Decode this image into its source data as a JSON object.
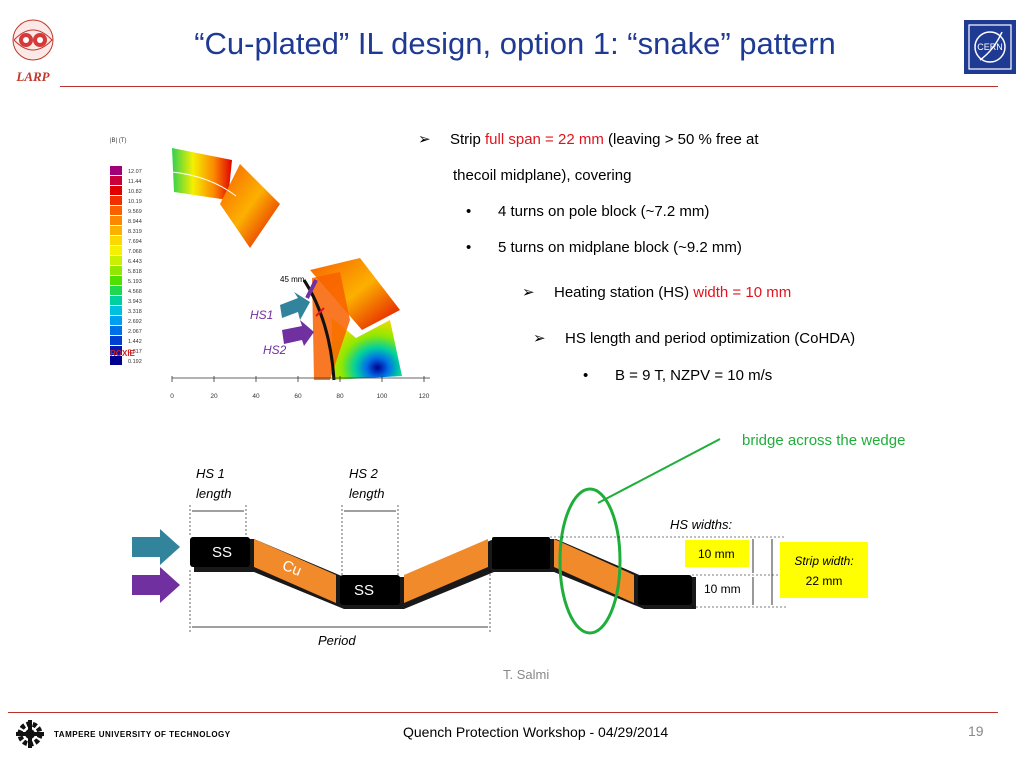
{
  "slide": {
    "title": "“Cu-plated” IL design, option 1:  “snake” pattern",
    "larp_logo": "LARP",
    "cern_logo": "CERN",
    "bullets": {
      "b1_pre": "Strip ",
      "b1_red": "full span = 22 mm",
      "b1_post": " (leaving > 50 % free at",
      "b1_line2": "thecoil midplane), covering",
      "b1a": "4 turns on pole block (~7.2 mm)",
      "b1b": "5 turns on midplane block (~9.2 mm)",
      "b2_pre": "Heating station (HS) ",
      "b2_red": "width = 10 mm",
      "b3": "HS length and period optimization (CoHDA)",
      "b3a": "B = 9 T, NZPV = 10 m/s"
    },
    "field_map": {
      "legend_header": "|B| (T)",
      "legend_values": [
        "12.07",
        "11.44",
        "10.82",
        "10.19",
        "9.569",
        "8.944",
        "8.319",
        "7.694",
        "7.068",
        "6.443",
        "5.818",
        "5.193",
        "4.568",
        "3.943",
        "3.318",
        "2.692",
        "2.067",
        "1.442",
        "0.817",
        "0.192"
      ],
      "legend_colors": [
        "#a0007a",
        "#c8003c",
        "#e00000",
        "#f03000",
        "#f86000",
        "#fc8800",
        "#fcb000",
        "#fcd800",
        "#f4f000",
        "#c8f000",
        "#90e800",
        "#50e000",
        "#20d850",
        "#00d0a0",
        "#00c0e0",
        "#00a0f0",
        "#0070e8",
        "#0040d0",
        "#0018b0",
        "#000090"
      ],
      "roxie_label": "ROXIE",
      "axis_ticks": [
        "0",
        "20",
        "40",
        "60",
        "80",
        "100",
        "120"
      ],
      "dim_label": "45 mm",
      "hs1": "HS1",
      "hs2": "HS2"
    },
    "diagram": {
      "bridge_label": "bridge across the wedge",
      "hs1_len_line1": "HS 1",
      "hs1_len_line2": "length",
      "hs2_len_line1": "HS 2",
      "hs2_len_line2": "length",
      "hs_widths": "HS widths:",
      "ss1": "SS",
      "ss2": "SS",
      "cu": "Cu",
      "w1": "10 mm",
      "w2": "10 mm",
      "strip_width_line1": "Strip width:",
      "strip_width_line2": "22 mm",
      "period": "Period",
      "credit": "T. Salmi"
    },
    "footer": {
      "university": "TAMPERE UNIVERSITY OF TECHNOLOGY",
      "workshop": "Quench Protection Workshop - 04/29/2014",
      "page": "19"
    },
    "colors": {
      "title": "#1f3a93",
      "accent_red": "#e0141e",
      "copper": "#f08a2a",
      "teal_arrow": "#31849b",
      "purple_arrow": "#7030a0",
      "green": "#1fae3a",
      "yellow": "#ffff00"
    }
  }
}
